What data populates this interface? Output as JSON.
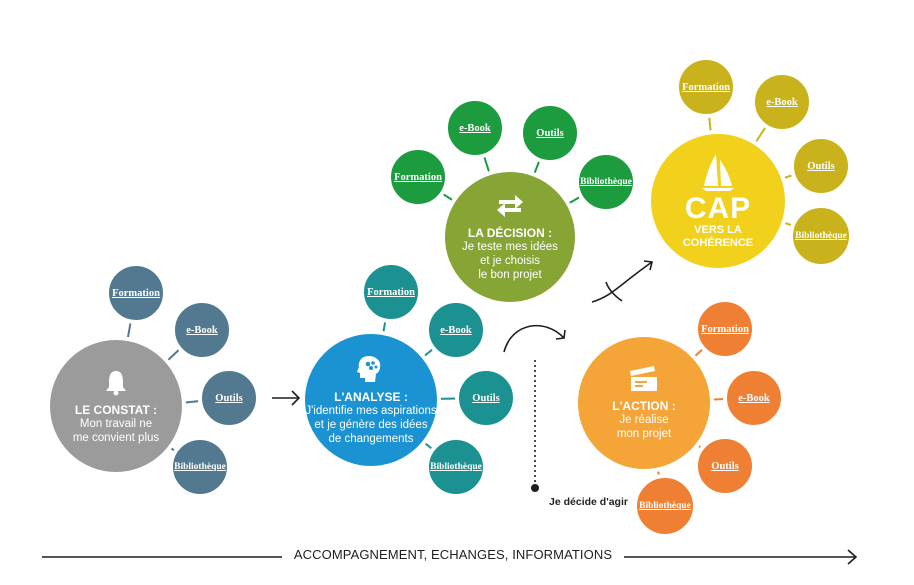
{
  "colors": {
    "constat": "#9b9b9b",
    "constat_sat": "#52798f",
    "analyse": "#1b93d3",
    "analyse_sat": "#1c9191",
    "decision": "#87a534",
    "decision_sat": "#1c9b3f",
    "action": "#f5a438",
    "action_sat": "#ef8033",
    "cap": "#f2d11d",
    "cap_sat": "#c9b21b",
    "line": "#1e1e1e"
  },
  "constat": {
    "icon": "bell-icon",
    "title": "LE CONSTAT :",
    "desc_line1": "Mon travail ne",
    "desc_line2": "me convient plus",
    "links": {
      "formation": "Formation",
      "ebook": "e-Book",
      "outils": "Outils",
      "bibliotheque": "Bibliothèque"
    }
  },
  "analyse": {
    "icon": "head-ideas-icon",
    "title": "L'ANALYSE :",
    "desc_line1": "J'identifie mes aspirations",
    "desc_line2": "et je génère des idées",
    "desc_line3": "de changements",
    "links": {
      "formation": "Formation",
      "ebook": "e-Book",
      "outils": "Outils",
      "bibliotheque": "Bibliothèque"
    }
  },
  "decision": {
    "icon": "swap-arrows-icon",
    "title": "LA DÉCISION :",
    "desc_line1": "Je teste mes idées",
    "desc_line2": "et je choisis",
    "desc_line3": "le bon projet",
    "links": {
      "formation": "Formation",
      "ebook": "e-Book",
      "outils": "Outils",
      "bibliotheque": "Bibliothèque"
    }
  },
  "action": {
    "icon": "clapperboard-icon",
    "title": "L'ACTION :",
    "desc_line1": "Je réalise",
    "desc_line2": "mon projet",
    "links": {
      "formation": "Formation",
      "ebook": "e-Book",
      "outils": "Outils",
      "bibliotheque": "Bibliothèque"
    }
  },
  "cap": {
    "icon": "sailboat-icon",
    "title": "CAP",
    "sub_line1": "VERS LA",
    "sub_line2": "COHÉRENCE",
    "links": {
      "formation": "Formation",
      "ebook": "e-Book",
      "outils": "Outils",
      "bibliotheque": "Bibliothèque"
    }
  },
  "decide_label": "Je décide d'agir",
  "bottom_label": "ACCOMPAGNEMENT, ECHANGES, INFORMATIONS"
}
